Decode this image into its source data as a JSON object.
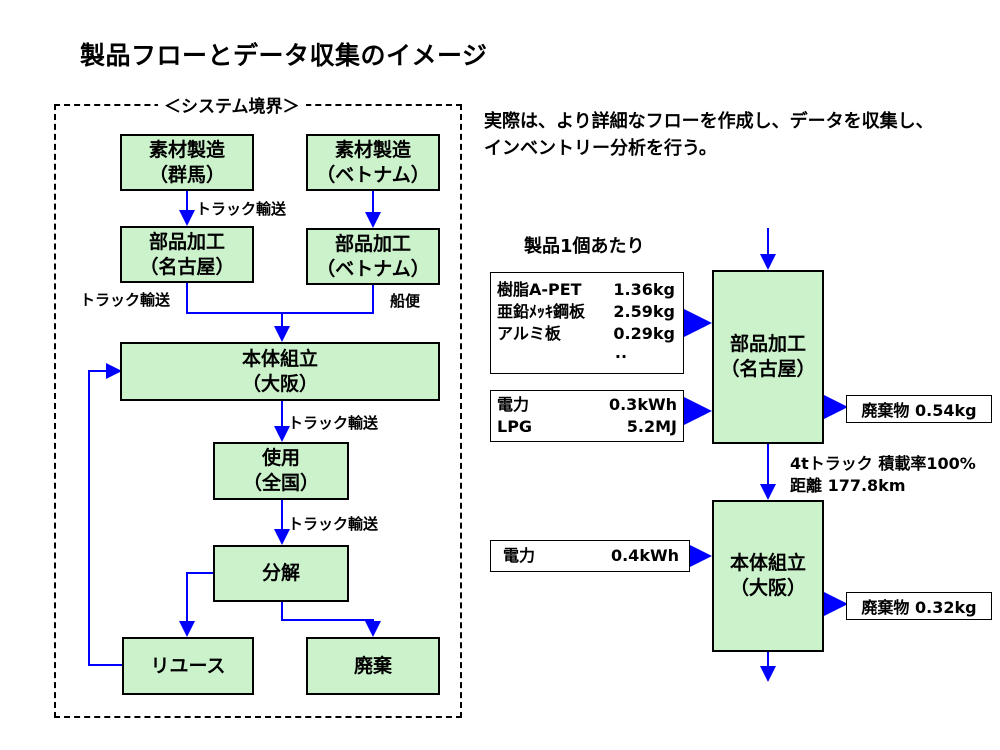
{
  "title": "製品フローとデータ収集のイメージ",
  "system_boundary_label": "＜システム境界＞",
  "note": {
    "line1": "実際は、より詳細なフローを作成し、データを収集し、",
    "line2": "インベントリー分析を行う。"
  },
  "left_flow": {
    "box_material_gunma": {
      "line1": "素材製造",
      "line2": "（群馬）"
    },
    "box_material_vietnam": {
      "line1": "素材製造",
      "line2": "（ベトナム）"
    },
    "box_parts_nagoya": {
      "line1": "部品加工",
      "line2": "（名古屋）"
    },
    "box_parts_vietnam": {
      "line1": "部品加工",
      "line2": "（ベトナム）"
    },
    "box_assembly_osaka": {
      "line1": "本体組立",
      "line2": "（大阪）"
    },
    "box_use": {
      "line1": "使用",
      "line2": "（全国）"
    },
    "box_disassembly": {
      "line1": "分解"
    },
    "box_reuse": {
      "line1": "リユース"
    },
    "box_disposal": {
      "line1": "廃棄"
    },
    "label_truck_1": "トラック輸送",
    "label_truck_2": "トラック輸送",
    "label_ship": "船便",
    "label_truck_3": "トラック輸送",
    "label_truck_4": "トラック輸送"
  },
  "right_flow": {
    "per_unit_label": "製品1個あたり",
    "materials": [
      {
        "name": "樹脂A-PET",
        "value": "1.36kg"
      },
      {
        "name": "亜鉛ﾒｯｷ鋼板",
        "value": "2.59kg"
      },
      {
        "name": "アルミ板",
        "value": "0.29kg"
      }
    ],
    "materials_more": "..",
    "energy_parts": [
      {
        "name": "電力",
        "value": "0.3kWh"
      },
      {
        "name": "LPG",
        "value": "5.2MJ"
      }
    ],
    "box_parts": {
      "line1": "部品加工",
      "line2": "（名古屋）"
    },
    "waste_parts": "廃棄物  0.54kg",
    "transport": {
      "line1": "4tトラック 積載率100%",
      "line2": "距離 177.8km"
    },
    "energy_assembly": {
      "name": "電力",
      "value": "0.4kWh"
    },
    "box_assembly": {
      "line1": "本体組立",
      "line2": "（大阪）"
    },
    "waste_assembly": "廃棄物  0.32kg"
  },
  "colors": {
    "box_fill": "#ccf2cc",
    "connector": "#0000ff",
    "text": "#000000"
  }
}
